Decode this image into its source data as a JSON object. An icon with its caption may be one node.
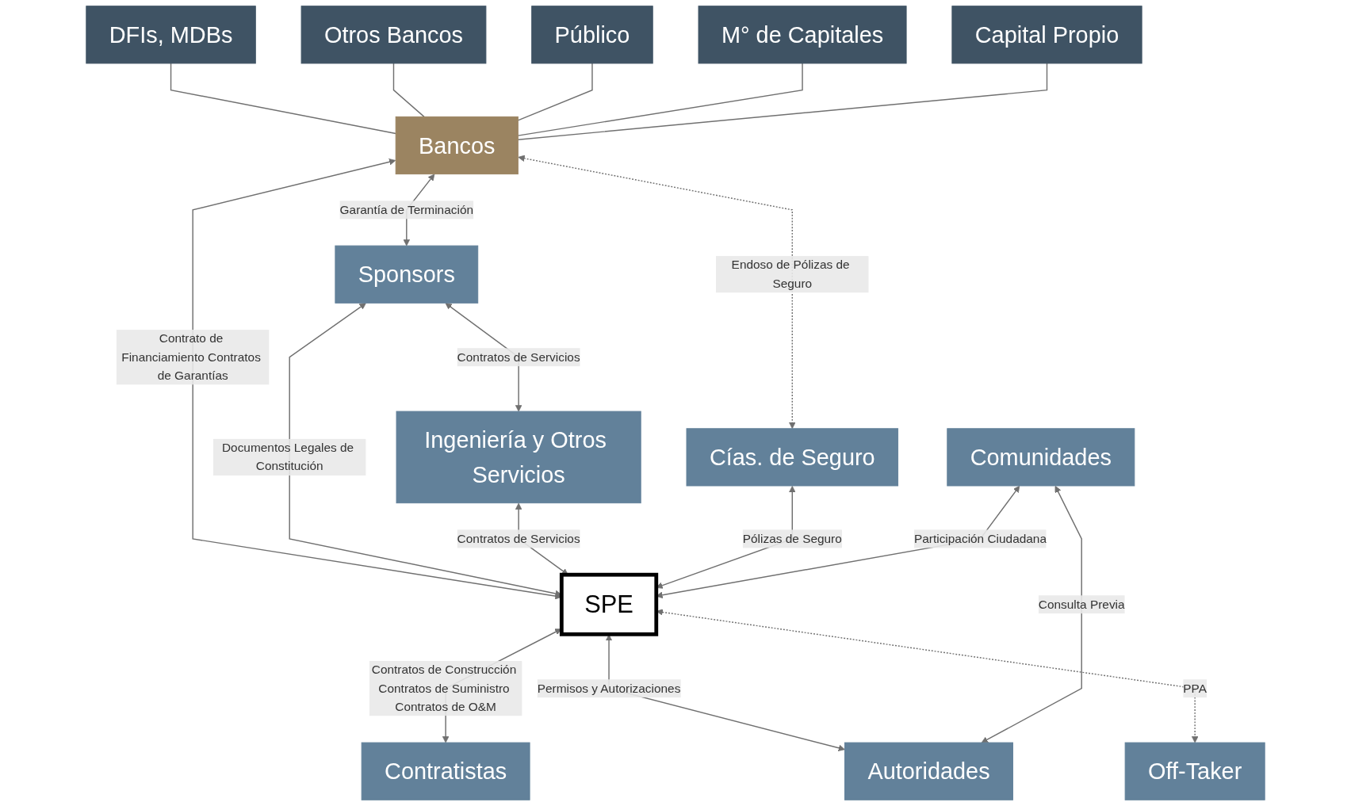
{
  "diagram": {
    "nodes": [
      {
        "text": [
          "DFIs, MDBs"
        ]
      },
      {
        "text": [
          "Otros Bancos"
        ]
      },
      {
        "text": [
          "Público"
        ]
      },
      {
        "text": [
          "M° de Capitales"
        ]
      },
      {
        "text": [
          "Capital Propio"
        ]
      },
      {
        "text": [
          "Bancos"
        ]
      },
      {
        "text": [
          "Sponsors"
        ]
      },
      {
        "text": [
          "Ingeniería y Otros Servicios"
        ]
      },
      {
        "text": [
          "Cías. de Seguro"
        ]
      },
      {
        "text": [
          "SPE"
        ]
      },
      {
        "text": [
          "Contratistas"
        ]
      },
      {
        "text": [
          "Comunidades"
        ]
      },
      {
        "text": [
          "Autoridades"
        ]
      },
      {
        "text": [
          "Off-Taker"
        ]
      }
    ],
    "edges": [
      {
        "from": 0,
        "to": 5,
        "arrow": "none"
      },
      {
        "from": 1,
        "to": 5,
        "arrow": "none"
      },
      {
        "from": 2,
        "to": 5,
        "arrow": "none"
      },
      {
        "from": 3,
        "to": 5,
        "arrow": "none"
      },
      {
        "from": 4,
        "to": 5,
        "arrow": "none"
      },
      {
        "from": 5,
        "to": 6,
        "arrow": "both",
        "label": "Garantía de Terminación"
      },
      {
        "from": 6,
        "to": 7,
        "arrow": "both",
        "label": "Contratos de Servicios"
      },
      {
        "from": 5,
        "to": 8,
        "arrow": "both",
        "label": "Endoso de Pólizas de Seguro",
        "style": "dashed"
      },
      {
        "from": 5,
        "to": 9,
        "arrow": "both",
        "label": "Contrato de Financiamiento Contratos de Garantías"
      },
      {
        "from": 6,
        "to": 9,
        "arrow": "both",
        "label": "Documentos Legales de Constitución"
      },
      {
        "from": 7,
        "to": 9,
        "arrow": "both",
        "label": "Contratos de Servicios"
      },
      {
        "from": 8,
        "to": 9,
        "arrow": "both",
        "label": "Pólizas de Seguro"
      },
      {
        "from": 9,
        "to": 10,
        "arrow": "both",
        "label": "Contratos de Construcción Contratos de Suministro Contratos de O&M"
      },
      {
        "from": 11,
        "to": 9,
        "arrow": "both",
        "label": "Participación Ciudadana"
      },
      {
        "from": 9,
        "to": 12,
        "arrow": "both",
        "label": "Permisos y Autorizaciones"
      },
      {
        "from": 9,
        "to": 13,
        "arrow": "both",
        "label": "PPA",
        "style": "dashed"
      },
      {
        "from": 11,
        "to": 12,
        "arrow": "both",
        "label": "Consulta Previa"
      }
    ]
  }
}
